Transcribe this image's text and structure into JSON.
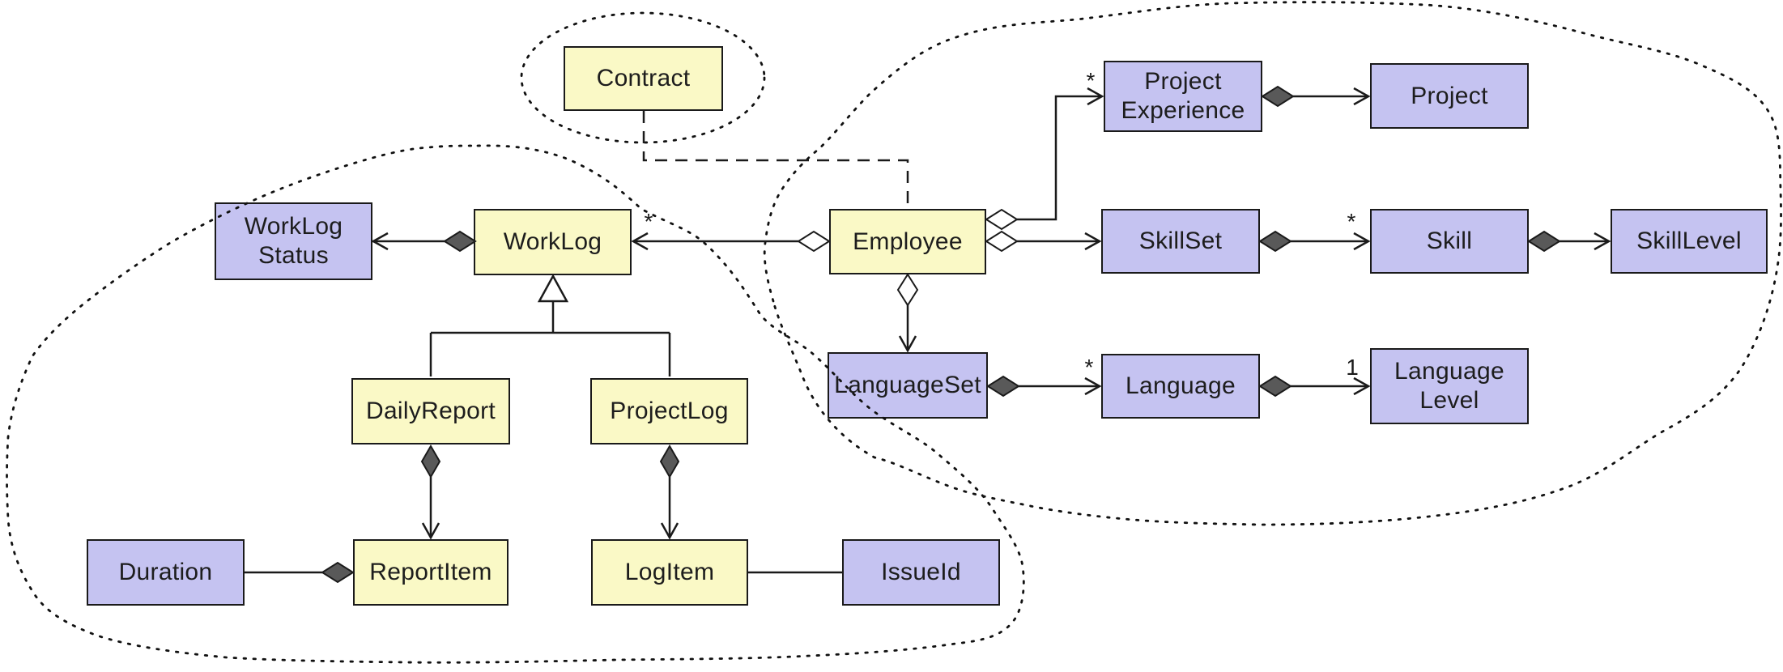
{
  "diagram": {
    "kind": "uml-class-diagram",
    "background": "#ffffff"
  },
  "colors": {
    "class_fill_yellow": "#faf9c6",
    "class_fill_purple": "#c5c3f1",
    "border": "#1a1a1a",
    "line": "#1a1a1a",
    "diamond_fill": "#595959",
    "text": "#1d1d1d"
  },
  "nodes": [
    {
      "id": "contract",
      "label": "Contract",
      "fill": "yellow"
    },
    {
      "id": "worklog-status",
      "line1": "WorkLog",
      "line2": "Status",
      "fill": "purple"
    },
    {
      "id": "worklog",
      "label": "WorkLog",
      "fill": "yellow"
    },
    {
      "id": "employee",
      "label": "Employee",
      "fill": "yellow"
    },
    {
      "id": "project-experience",
      "line1": "Project",
      "line2": "Experience",
      "fill": "purple"
    },
    {
      "id": "project",
      "label": "Project",
      "fill": "purple"
    },
    {
      "id": "skillset",
      "label": "SkillSet",
      "fill": "purple"
    },
    {
      "id": "skill",
      "label": "Skill",
      "fill": "purple"
    },
    {
      "id": "skill-level",
      "label": "SkillLevel",
      "fill": "purple"
    },
    {
      "id": "languageset",
      "label": "LanguageSet",
      "fill": "purple"
    },
    {
      "id": "language",
      "label": "Language",
      "fill": "purple"
    },
    {
      "id": "language-level",
      "line1": "Language",
      "line2": "Level",
      "fill": "purple"
    },
    {
      "id": "daily-report",
      "label": "DailyReport",
      "fill": "yellow"
    },
    {
      "id": "project-log",
      "label": "ProjectLog",
      "fill": "yellow"
    },
    {
      "id": "duration",
      "label": "Duration",
      "fill": "purple"
    },
    {
      "id": "report-item",
      "label": "ReportItem",
      "fill": "yellow"
    },
    {
      "id": "log-item",
      "label": "LogItem",
      "fill": "yellow"
    },
    {
      "id": "issue-id",
      "label": "IssueId",
      "fill": "purple"
    }
  ],
  "edges": [
    {
      "from": "worklog",
      "to": "worklog-status",
      "type": "composition-arrow"
    },
    {
      "from": "employee",
      "to": "worklog",
      "type": "aggregation-arrow",
      "multiplicity": "*"
    },
    {
      "from": "employee",
      "to": "project-experience",
      "type": "aggregation-arrow",
      "multiplicity": "*"
    },
    {
      "from": "employee",
      "to": "skillset",
      "type": "aggregation-arrow"
    },
    {
      "from": "employee",
      "to": "languageset",
      "type": "aggregation-arrow"
    },
    {
      "from": "project-experience",
      "to": "project",
      "type": "composition-arrow"
    },
    {
      "from": "skillset",
      "to": "skill",
      "type": "composition-arrow",
      "multiplicity": "*"
    },
    {
      "from": "skill",
      "to": "skill-level",
      "type": "composition-arrow"
    },
    {
      "from": "languageset",
      "to": "language",
      "type": "composition-arrow",
      "multiplicity": "*"
    },
    {
      "from": "language",
      "to": "language-level",
      "type": "composition-arrow",
      "multiplicity": "1"
    },
    {
      "from": "daily-report",
      "to": "report-item",
      "type": "composition-arrow"
    },
    {
      "from": "project-log",
      "to": "log-item",
      "type": "composition-arrow"
    },
    {
      "from": "duration",
      "to": "report-item",
      "type": "composition"
    },
    {
      "from": "log-item",
      "to": "issue-id",
      "type": "association"
    },
    {
      "from": "contract",
      "to": "employee",
      "type": "dashed-dependency"
    },
    {
      "from": "daily-report",
      "to": "worklog",
      "type": "generalization"
    },
    {
      "from": "project-log",
      "to": "worklog",
      "type": "generalization"
    }
  ],
  "boundaries": [
    {
      "id": "contract-ellipse",
      "style": "dotted"
    },
    {
      "id": "worklog-cluster",
      "style": "dotted"
    },
    {
      "id": "employee-cluster",
      "style": "dotted"
    }
  ]
}
